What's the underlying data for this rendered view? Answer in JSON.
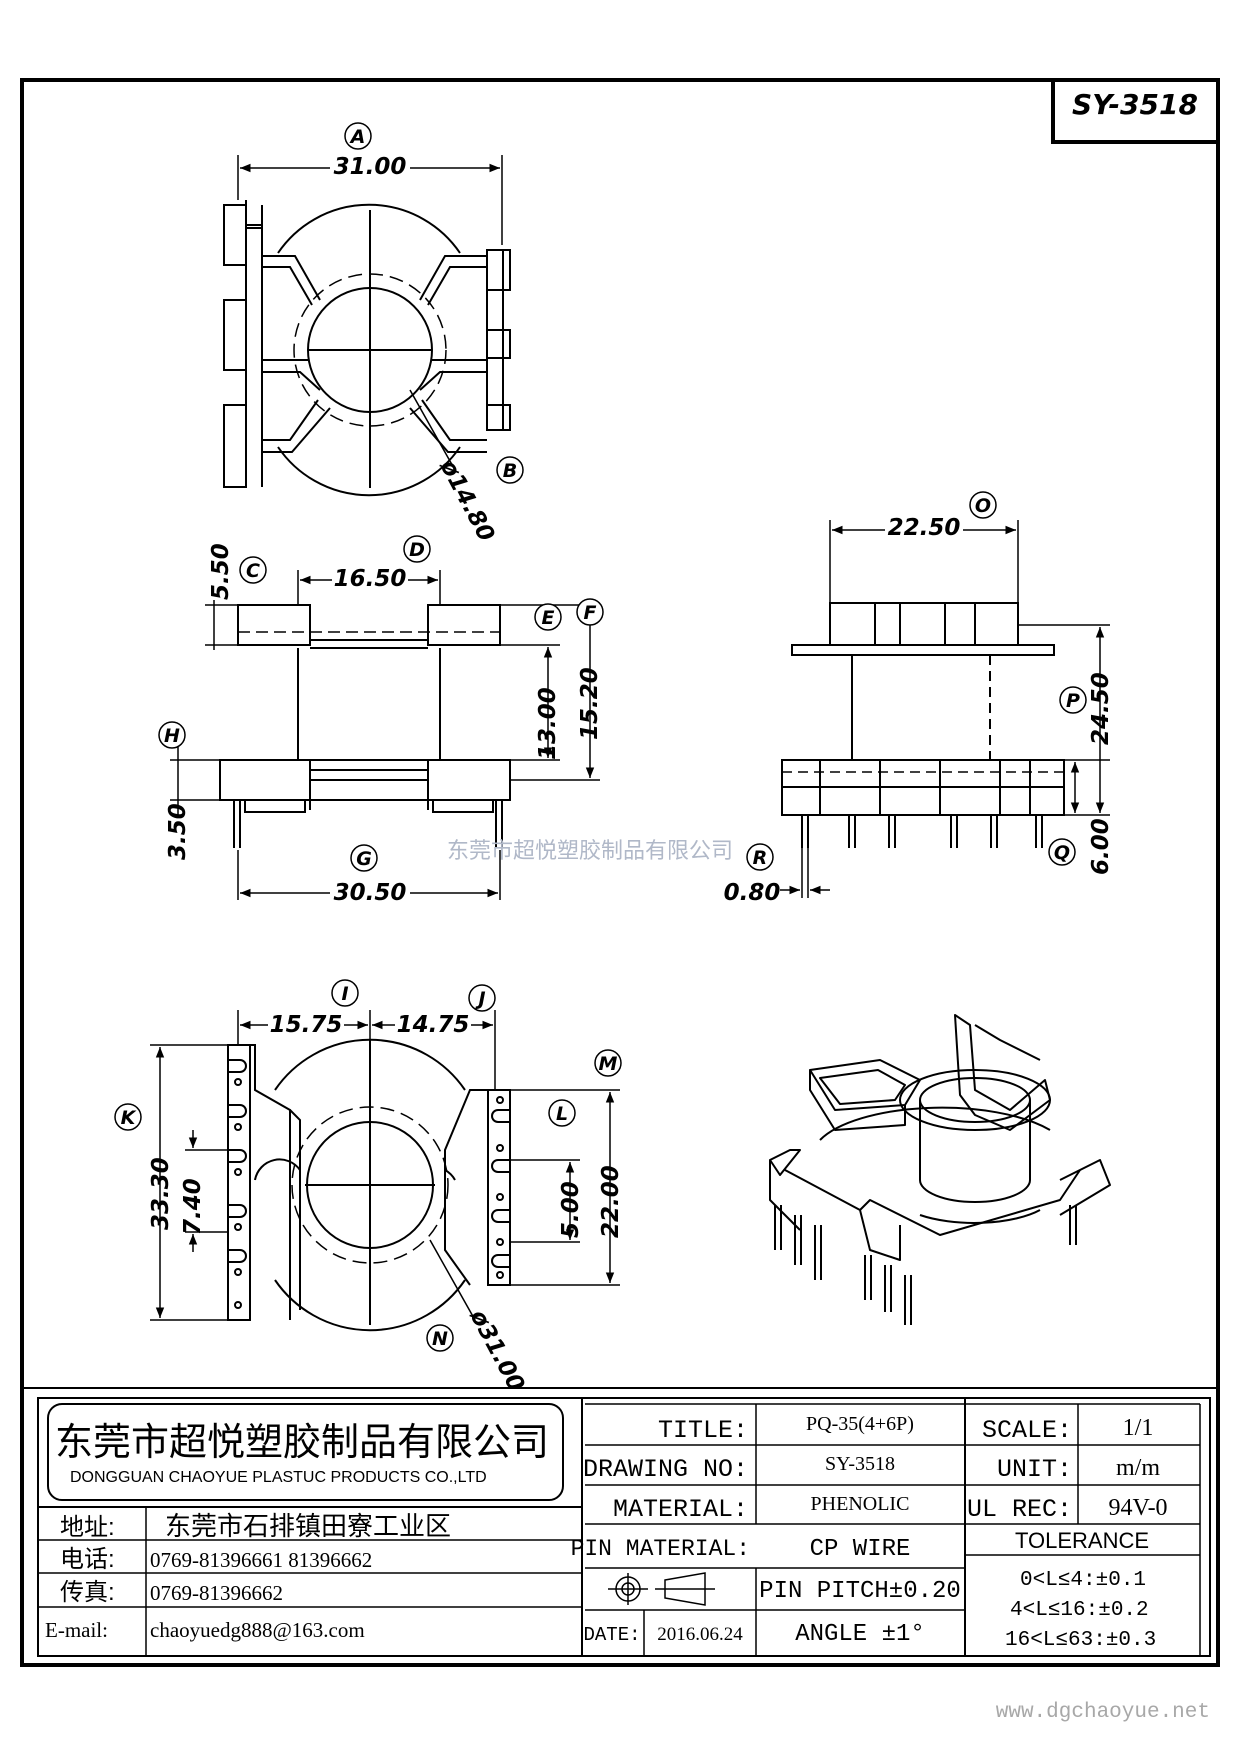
{
  "part_number": "SY-3518",
  "watermark": "东莞市超悦塑胶制品有限公司",
  "site_url": "www.dgchaoyue.net",
  "top_view": {
    "label_A": "A",
    "dim_A": "31.00",
    "label_B": "B",
    "dim_B": "ø14.80"
  },
  "front_view": {
    "label_C": "C",
    "dim_C": "5.50",
    "label_D": "D",
    "dim_D": "16.50",
    "label_E": "E",
    "dim_E": "13.00",
    "label_F": "F",
    "dim_F": "15.20",
    "label_G": "G",
    "dim_G": "30.50",
    "label_H": "H",
    "dim_H": "3.50"
  },
  "side_view": {
    "label_O": "O",
    "dim_O": "22.50",
    "label_P": "P",
    "dim_P": "24.50",
    "label_Q": "Q",
    "dim_Q": "6.00",
    "label_R": "R",
    "dim_R": "0.80"
  },
  "bottom_view": {
    "label_I": "I",
    "dim_I": "15.75",
    "label_J": "J",
    "dim_J": "14.75",
    "label_K": "K",
    "dim_K": "33.30",
    "dim_K2": "7.40",
    "label_L": "L",
    "dim_L": "5.00",
    "label_M": "M",
    "dim_M": "22.00",
    "label_N": "N",
    "dim_N": "ø31.00"
  },
  "title_block": {
    "company_cn": "东莞市超悦塑胶制品有限公司",
    "company_en": "DONGGUAN CHAOYUE PLASTUC PRODUCTS CO.,LTD",
    "address_label": "地址:",
    "address_value": "东莞市石排镇田寮工业区",
    "phone_label": "电话:",
    "phone_value": "0769-81396661  81396662",
    "fax_label": "传真:",
    "fax_value": "0769-81396662",
    "email_label": "E-mail:",
    "email_value": "chaoyuedg888@163.com",
    "title_label": "TITLE:",
    "title_value": "PQ-35(4+6P)",
    "drawing_no_label": "DRAWING NO:",
    "drawing_no_value": "SY-3518",
    "material_label": "MATERIAL:",
    "material_value": "PHENOLIC",
    "pin_material_label": "PIN MATERIAL:",
    "pin_material_value": "CP WIRE",
    "pin_pitch": "PIN PITCH±0.20",
    "angle": "ANGLE  ±1°",
    "date_label": "DATE:",
    "date_value": "2016.06.24",
    "scale_label": "SCALE:",
    "scale_value": "1/1",
    "unit_label": "UNIT:",
    "unit_value": "m/m",
    "ul_label": "UL REC:",
    "ul_value": "94V-0",
    "tolerance_label": "TOLERANCE",
    "tolerance_rows": [
      "0<L≤4:±0.1",
      "4<L≤16:±0.2",
      "16<L≤63:±0.3"
    ]
  }
}
